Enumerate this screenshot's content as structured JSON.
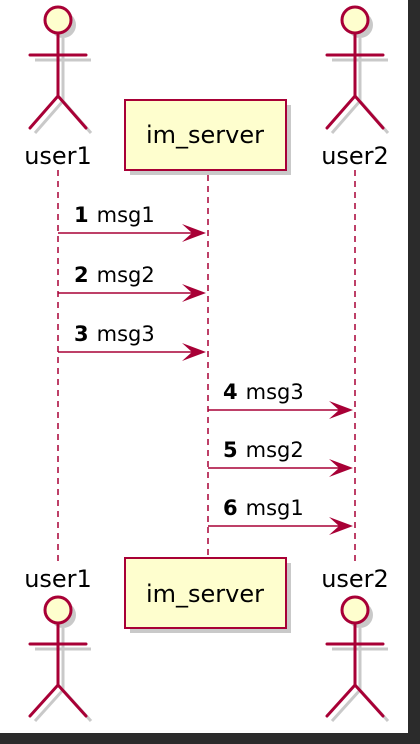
{
  "participants": {
    "user1": {
      "label": "user1"
    },
    "im_server": {
      "label": "im_server"
    },
    "user2": {
      "label": "user2"
    }
  },
  "messages": [
    {
      "num": "1",
      "text": "msg1"
    },
    {
      "num": "2",
      "text": "msg2"
    },
    {
      "num": "3",
      "text": "msg3"
    },
    {
      "num": "4",
      "text": "msg3"
    },
    {
      "num": "5",
      "text": "msg2"
    },
    {
      "num": "6",
      "text": "msg1"
    }
  ],
  "colors": {
    "stroke": "#A80036",
    "fill": "#FEFECE",
    "background": "#ffffff"
  }
}
